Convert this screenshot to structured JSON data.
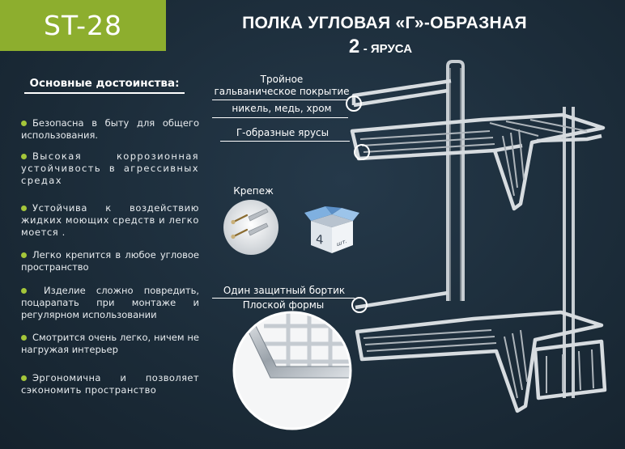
{
  "badge": {
    "model": "ST-28"
  },
  "title": {
    "line1": "ПОЛКА УГЛОВАЯ «Г»-ОБРАЗНАЯ",
    "tier_number": "2",
    "tier_text": "- ЯРУСА"
  },
  "advantages": {
    "heading": "Основные достоинства:",
    "items": [
      "Безопасна в быту для общего использования.",
      "Высокая коррозионная устойчивость в агрессивных средах",
      "Устойчива к воздействию жидких моющих средств и легко моется .",
      "Легко крепится в любое угловое пространство",
      "Изделие сложно повредить, поцарапать при монтаже и регулярном использовании",
      "Смотрится очень легко, ничем не нагружая интерьер",
      "Эргономична и позволяет сэкономить пространство"
    ]
  },
  "callouts": {
    "coating_line1": "Тройное",
    "coating_line2": "гальваническое покрытие",
    "coating_line3": "никель, медь, хром",
    "tiers": "Г-образные ярусы",
    "mount": "Крепеж",
    "edge_line1": "Один защитный бортик",
    "edge_line2": "Плоской формы",
    "box_count": "4",
    "box_unit": "шт."
  },
  "colors": {
    "accent": "#8dae2e",
    "background": "#1d2e3b",
    "bullet": "#a4c63a"
  }
}
